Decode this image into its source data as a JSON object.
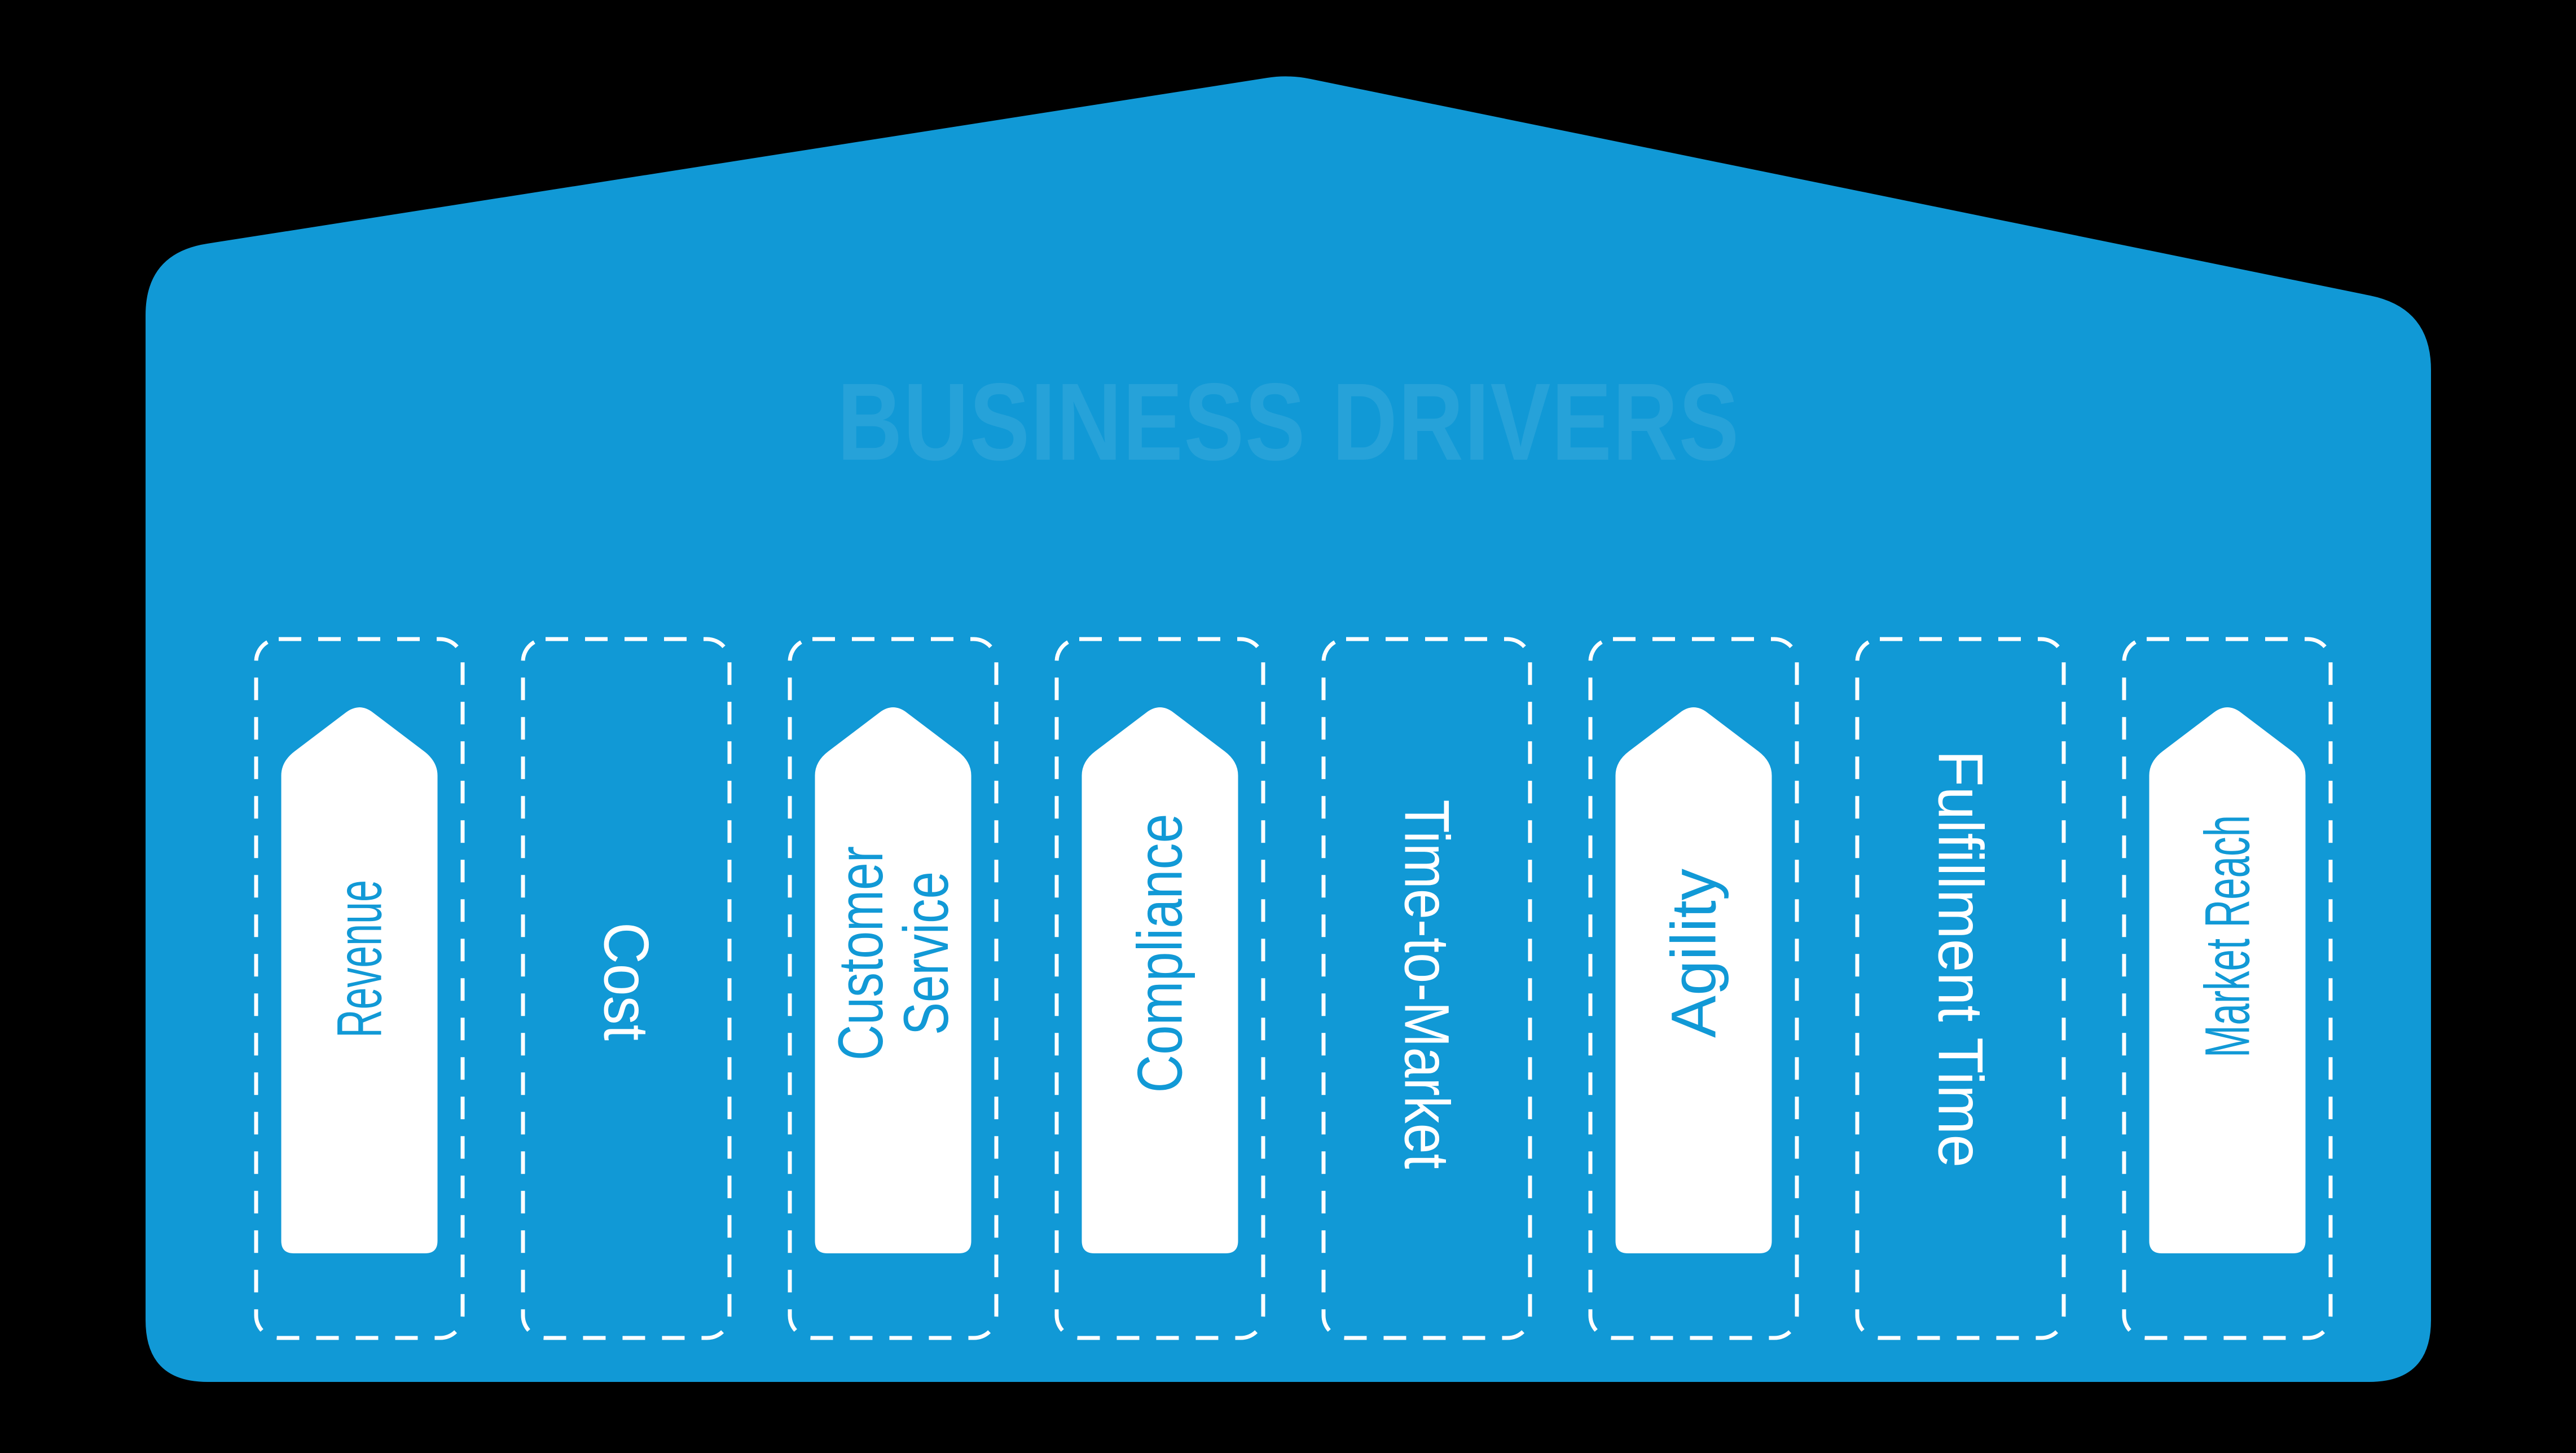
{
  "title": "BUSINESS DRIVERS",
  "pillars": [
    {
      "label": "Revenue",
      "lines": [
        "Revenue"
      ],
      "filled": true,
      "text_reads": "bottom-to-top",
      "text_color": "blue"
    },
    {
      "label": "Cost",
      "lines": [
        "Cost"
      ],
      "filled": false,
      "text_reads": "top-to-bottom",
      "text_color": "white"
    },
    {
      "label": "Customer Service",
      "lines": [
        "Customer",
        "Service"
      ],
      "filled": true,
      "text_reads": "bottom-to-top",
      "text_color": "blue"
    },
    {
      "label": "Compliance",
      "lines": [
        "Compliance"
      ],
      "filled": true,
      "text_reads": "bottom-to-top",
      "text_color": "blue"
    },
    {
      "label": "Time-to-Market",
      "lines": [
        "Time-to-Market"
      ],
      "filled": false,
      "text_reads": "top-to-bottom",
      "text_color": "white"
    },
    {
      "label": "Agility",
      "lines": [
        "Agility"
      ],
      "filled": true,
      "text_reads": "bottom-to-top",
      "text_color": "blue"
    },
    {
      "label": "Fulfillment Time",
      "lines": [
        "Fulfillment Time"
      ],
      "filled": false,
      "text_reads": "top-to-bottom",
      "text_color": "white"
    },
    {
      "label": "Market Reach",
      "lines": [
        "Market Reach"
      ],
      "filled": true,
      "text_reads": "bottom-to-top",
      "text_color": "blue"
    }
  ],
  "colors": {
    "background": "#000000",
    "banner_blue": "#1199d6",
    "pillar_white": "#ffffff",
    "ghost_title": "rgba(255,255,255,0.09)"
  }
}
